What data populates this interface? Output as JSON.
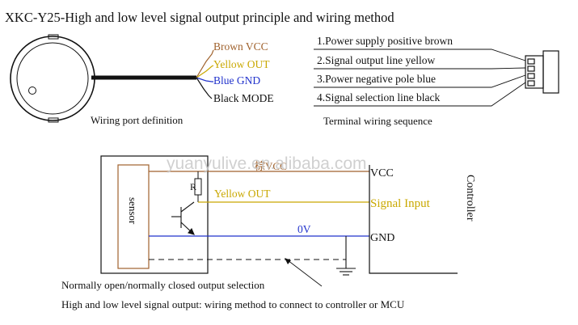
{
  "title": "XKC-Y25-High and low level  signal output principle and wiring method",
  "colors": {
    "brown": "#a0622d",
    "yellow": "#c9a800",
    "blue": "#2233cc",
    "black": "#111111",
    "watermark": "#c8c8c8"
  },
  "wiring_port": {
    "caption": "Wiring port definition",
    "wires": [
      "Brown VCC",
      "Yellow OUT",
      "Blue GND",
      "Black MODE"
    ]
  },
  "terminal": {
    "caption": "Terminal wiring sequence",
    "lines": [
      "1.Power supply positive brown",
      "2.Signal output line yellow",
      "3.Power negative pole blue",
      "4.Signal selection line black"
    ]
  },
  "schematic": {
    "sensor_label": "sensor",
    "resistor_label": "R",
    "vcc_wire_label": "棕VCC",
    "vcc_label": "VCC",
    "out_wire_label": "Yellow OUT",
    "signal_input_label": "Signal Input",
    "zero_v_label": "0V",
    "gnd_label": "GND",
    "controller_label": "Controller",
    "watermark": "yuanyulive.en.alibaba.com"
  },
  "notes": {
    "selection": "Normally open/normally closed output selection",
    "footer": "High and low level signal output: wiring method to connect to controller or MCU"
  }
}
